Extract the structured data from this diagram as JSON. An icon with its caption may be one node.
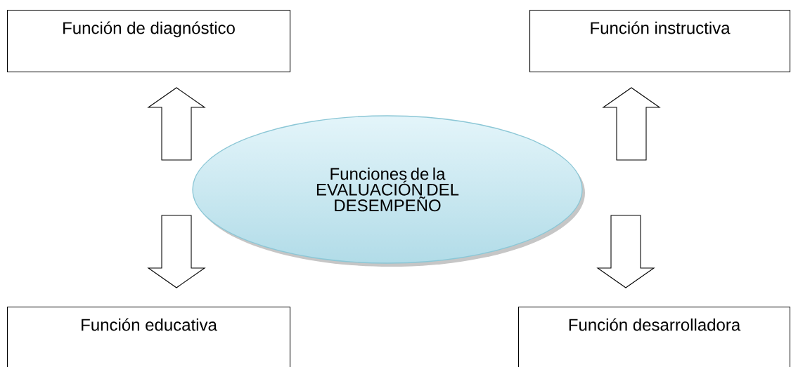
{
  "diagram": {
    "nodes": [
      {
        "text": [
          "Función de diagnóstico"
        ]
      },
      {
        "text": [
          "Función instructiva"
        ]
      },
      {
        "text": [
          "Funciones de la EVALUACIÓN DEL DESEMPEÑO"
        ]
      },
      {
        "text": [
          "Función educativa"
        ]
      },
      {
        "text": [
          "Función desarrolladora"
        ]
      }
    ],
    "edges": [
      {
        "from": 2,
        "to": 0,
        "arrow": "to"
      },
      {
        "from": 2,
        "to": 1,
        "arrow": "to"
      },
      {
        "from": 2,
        "to": 3,
        "arrow": "to"
      },
      {
        "from": 2,
        "to": 4,
        "arrow": "to"
      }
    ]
  }
}
